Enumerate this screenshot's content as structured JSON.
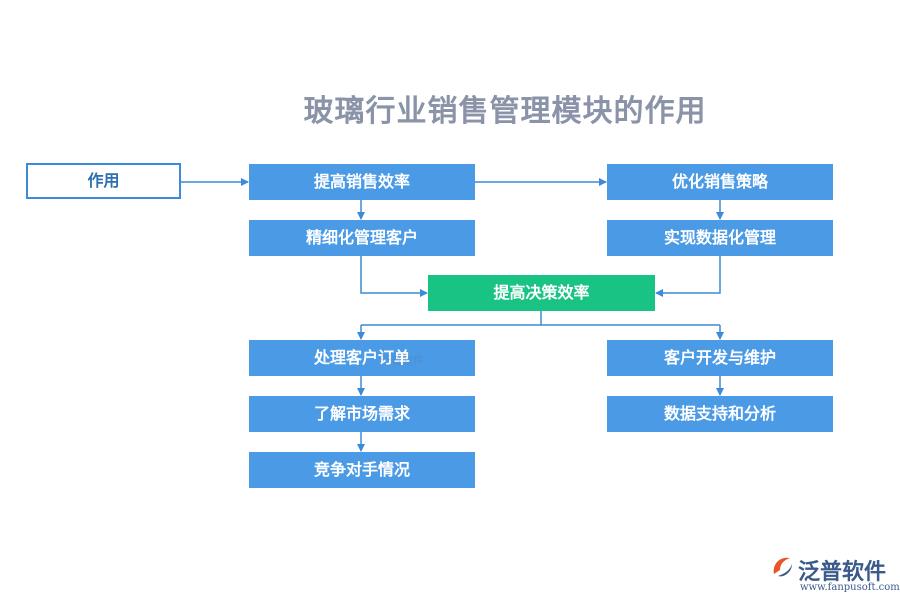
{
  "title": "玻璃行业销售管理模块的作用",
  "nodes": {
    "root": "作用",
    "n1": "提高销售效率",
    "n2": "精细化管理客户",
    "n3": "优化销售策略",
    "n4": "实现数据化管理",
    "center": "提高决策效率",
    "l1": "处理客户订单",
    "l2": "了解市场需求",
    "l3": "竞争对手情况",
    "r1": "客户开发与维护",
    "r2": "数据支持和分析"
  },
  "watermark": "泛普软件",
  "logo": {
    "name": "泛普软件",
    "url": "www.fanpusoft.com"
  },
  "colors": {
    "box": "#4a9ae6",
    "center": "#18c384",
    "arrow": "#3c8ad8",
    "title": "#8a93a8"
  }
}
